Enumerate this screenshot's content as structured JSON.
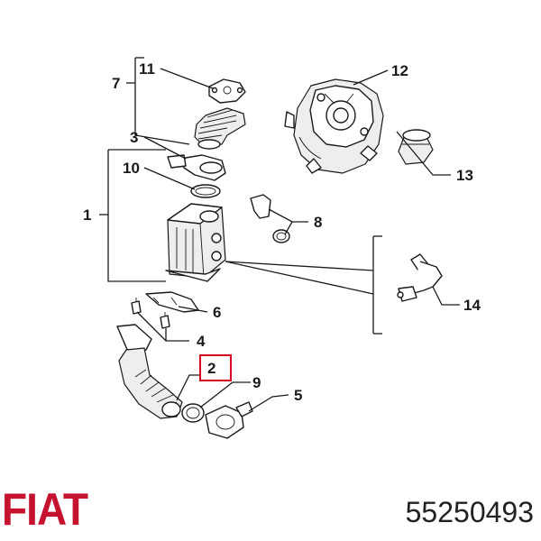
{
  "brand": {
    "logo_text": "FIAT",
    "color": "#c4122f"
  },
  "part_number": "55250493",
  "highlight": {
    "callout": "2",
    "color": "#d8001c"
  },
  "callouts": [
    {
      "id": "c1",
      "label": "1"
    },
    {
      "id": "c2",
      "label": "2"
    },
    {
      "id": "c3",
      "label": "3"
    },
    {
      "id": "c4",
      "label": "4"
    },
    {
      "id": "c5",
      "label": "5"
    },
    {
      "id": "c6",
      "label": "6"
    },
    {
      "id": "c7",
      "label": "7"
    },
    {
      "id": "c8",
      "label": "8"
    },
    {
      "id": "c9",
      "label": "9"
    },
    {
      "id": "c10",
      "label": "10"
    },
    {
      "id": "c11",
      "label": "11"
    },
    {
      "id": "c12",
      "label": "12"
    },
    {
      "id": "c13",
      "label": "13"
    },
    {
      "id": "c14",
      "label": "14"
    }
  ]
}
